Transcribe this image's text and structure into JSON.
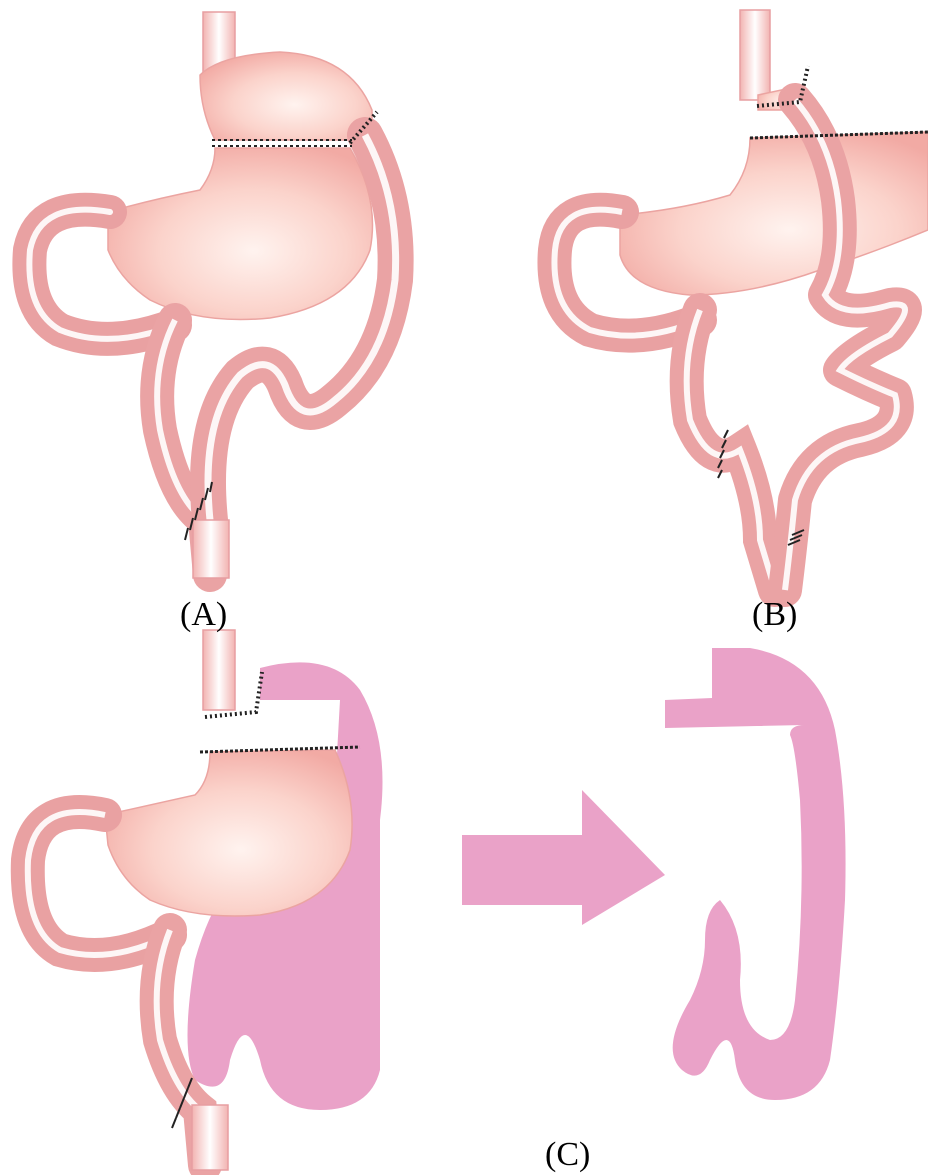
{
  "figure": {
    "labels": {
      "a": "(A)",
      "b": "(B)",
      "c": "(C)"
    }
  },
  "colors": {
    "tissue": "#f7c3bb",
    "tissue_light": "#fde6e0",
    "tissue_edge": "#e79ea1",
    "highlight": "#ffffff",
    "segment": "#ea9fc6",
    "suture": "#222222"
  },
  "icons": {
    "arrow": "right-arrow-icon"
  }
}
